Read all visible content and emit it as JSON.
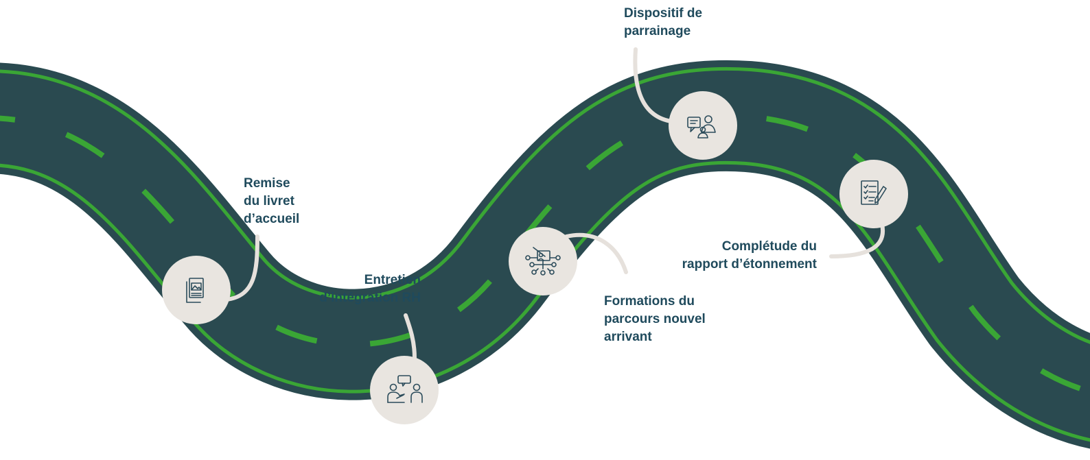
{
  "colors": {
    "road": "#2a4a50",
    "road_edge": "#3aa635",
    "stop_circle": "#e9e5e0",
    "connector": "#e6e1dc",
    "icon": "#2b4b5a",
    "text": "#1f4a5c"
  },
  "stops": [
    {
      "lines": [
        "Remise",
        "du livret",
        "d’accueil"
      ],
      "icon": "booklet-icon"
    },
    {
      "lines": [
        "Entretien",
        "d’intégration RH"
      ],
      "icon": "conversation-icon"
    },
    {
      "lines": [
        "Formations du",
        "parcours nouvel",
        "arrivant"
      ],
      "icon": "training-network-icon"
    },
    {
      "lines": [
        "Dispositif de",
        "parrainage"
      ],
      "icon": "mentoring-icon"
    },
    {
      "lines": [
        "Complétude du",
        "rapport d’étonnement"
      ],
      "icon": "report-checklist-icon"
    }
  ]
}
